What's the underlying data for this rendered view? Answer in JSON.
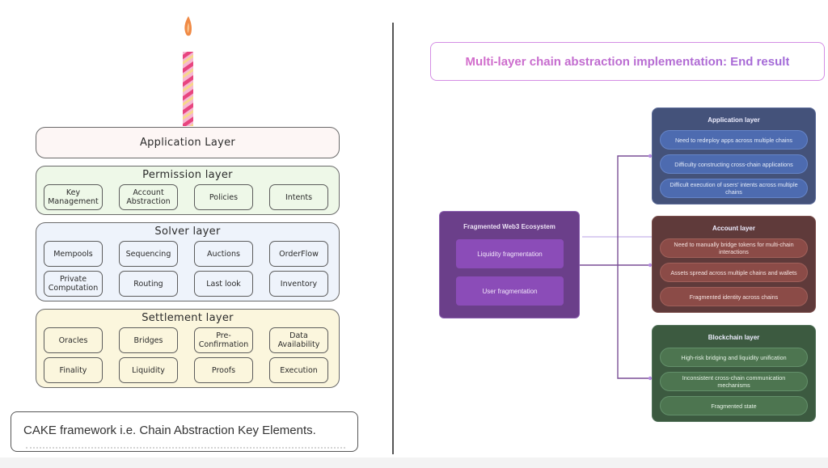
{
  "left_panel": {
    "candle_icon": "birthday-candle",
    "layers": [
      {
        "title": "Application Layer",
        "items": []
      },
      {
        "title": "Permission layer",
        "items": [
          "Key Management",
          "Account Abstraction",
          "Policies",
          "Intents"
        ]
      },
      {
        "title": "Solver layer",
        "items": [
          "Mempools",
          "Sequencing",
          "Auctions",
          "OrderFlow",
          "Private Computation",
          "Routing",
          "Last look",
          "Inventory"
        ]
      },
      {
        "title": "Settlement layer",
        "items": [
          "Oracles",
          "Bridges",
          "Pre-Confirmation",
          "Data Availability",
          "Finality",
          "Liquidity",
          "Proofs",
          "Execution"
        ]
      }
    ],
    "caption": "CAKE framework i.e. Chain Abstraction Key Elements."
  },
  "right_panel": {
    "title": "Multi-layer chain abstraction implementation: End result",
    "source": {
      "title": "Fragmented Web3 Ecosystem",
      "items": [
        "Liquidity fragmentation",
        "User fragmentation"
      ]
    },
    "groups": [
      {
        "title": "Application layer",
        "color": "#44527a",
        "items": [
          "Need to redeploy apps across multiple chains",
          "Difficulty constructing cross-chain applications",
          "Difficult execution of users' intents across multiple chains"
        ]
      },
      {
        "title": "Account layer",
        "color": "#5f3a3a",
        "items": [
          "Need to manually bridge tokens for multi-chain interactions",
          "Assets spread across multiple chains and wallets",
          "Fragmented identity across chains"
        ]
      },
      {
        "title": "Blockchain layer",
        "color": "#3c5a40",
        "items": [
          "High-risk bridging and liquidity unification",
          "Inconsistent cross-chain communication mechanisms",
          "Fragmented state"
        ]
      }
    ]
  }
}
